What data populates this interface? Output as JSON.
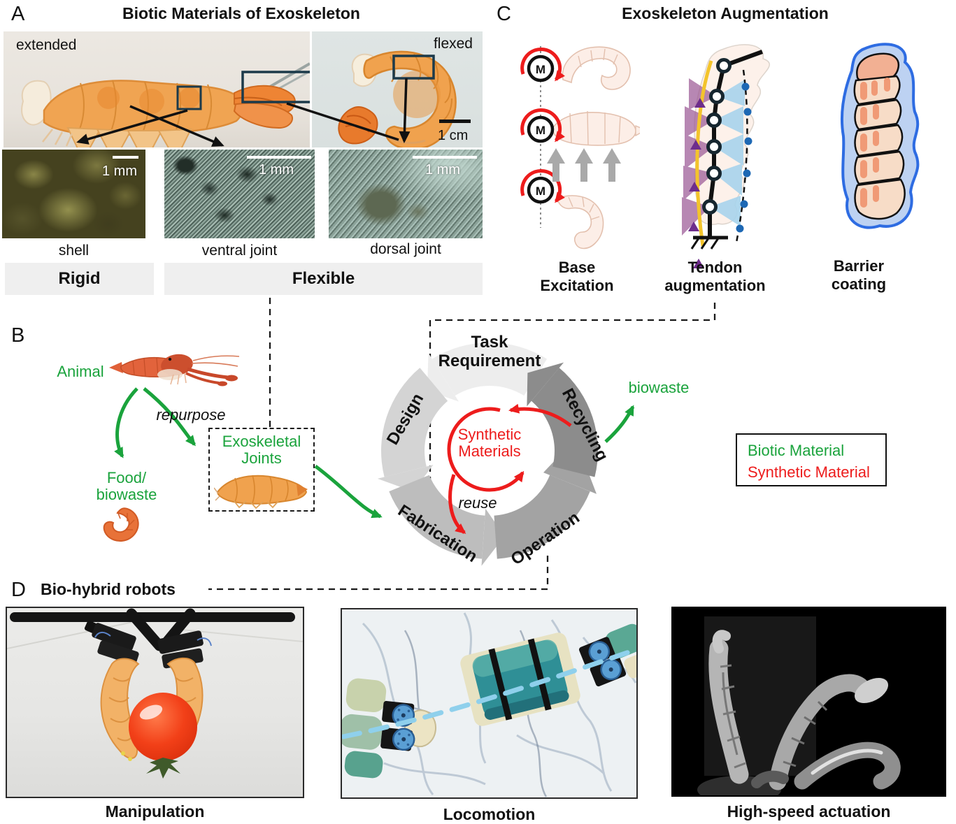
{
  "panelA": {
    "letter": "A",
    "title": "Biotic Materials of Exoskeleton",
    "extended_label": "extended",
    "flexed_label": "flexed",
    "photo_scale": "1 cm",
    "micrographs": [
      {
        "label": "shell",
        "scale": "1 mm"
      },
      {
        "label": "ventral joint",
        "scale": "1 mm"
      },
      {
        "label": "dorsal joint",
        "scale": "1 mm"
      }
    ],
    "rigid_label": "Rigid",
    "flexible_label": "Flexible"
  },
  "panelB": {
    "letter": "B",
    "animal_label": "Animal",
    "repurpose_label": "repurpose",
    "food_line1": "Food/",
    "food_line2": "biowaste",
    "joints_line1": "Exoskeletal",
    "joints_line2": "Joints",
    "cycle": {
      "task_line1": "Task",
      "task_line2": "Requirement",
      "design": "Design",
      "fabrication": "Fabrication",
      "operation": "Operation",
      "recycling": "Recycling"
    },
    "center_line1": "Synthetic",
    "center_line2": "Materials",
    "reuse_label": "reuse",
    "biowaste_label": "biowaste",
    "legend": {
      "biotic": "Biotic Material",
      "synthetic": "Synthetic Material"
    }
  },
  "panelC": {
    "letter": "C",
    "title": "Exoskeleton Augmentation",
    "motor_label": "M",
    "items": [
      {
        "line1": "Base",
        "line2": "Excitation"
      },
      {
        "line1": "Tendon",
        "line2": "augmentation"
      },
      {
        "line1": "Barrier",
        "line2": "coating"
      }
    ]
  },
  "panelD": {
    "letter": "D",
    "title": "Bio-hybrid robots",
    "items": [
      "Manipulation",
      "Locomotion",
      "High-speed actuation"
    ]
  },
  "colors": {
    "biotic_green": "#1aa33c",
    "synthetic_red": "#ed1c1c",
    "trajectory_blue": "#8fd0ec",
    "coating_blue": "#2e6ce2",
    "tendon_yellow": "#f3c42c",
    "tendon_purple": "#6e2d8c",
    "tendon_node_blue": "#1d68b4",
    "box_outline_navy": "#1c3a4a"
  }
}
